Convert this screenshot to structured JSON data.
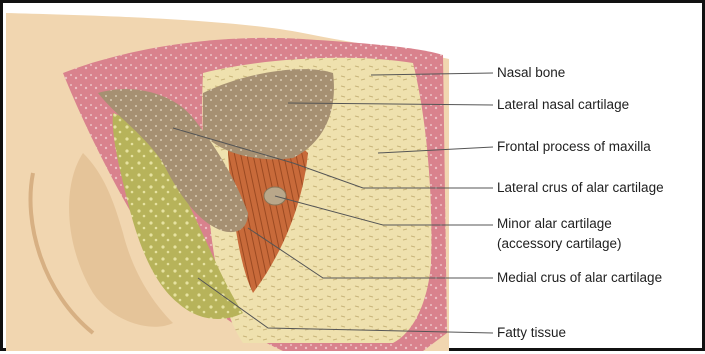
{
  "diagram": {
    "labels": [
      {
        "id": "nasal-bone",
        "text": "Nasal bone"
      },
      {
        "id": "lateral-nasal-cartilage",
        "text": "Lateral nasal cartilage"
      },
      {
        "id": "frontal-process",
        "text": "Frontal process of maxilla"
      },
      {
        "id": "lateral-crus",
        "text": "Lateral crus of alar cartilage"
      },
      {
        "id": "minor-alar-1",
        "text": "Minor alar cartilage"
      },
      {
        "id": "minor-alar-2",
        "text": "(accessory cartilage)"
      },
      {
        "id": "medial-crus",
        "text": "Medial crus of alar cartilage"
      },
      {
        "id": "fatty-tissue",
        "text": "Fatty tissue"
      }
    ],
    "colors": {
      "skin": "#f1d6b0",
      "skin_shadow": "#e2bf94",
      "mucosa": "#d9828d",
      "bone": "#efe1ae",
      "cartilage": "#a69072",
      "muscle": "#c86a3a",
      "fat": "#b7b35a",
      "leader_line": "#555555"
    }
  }
}
